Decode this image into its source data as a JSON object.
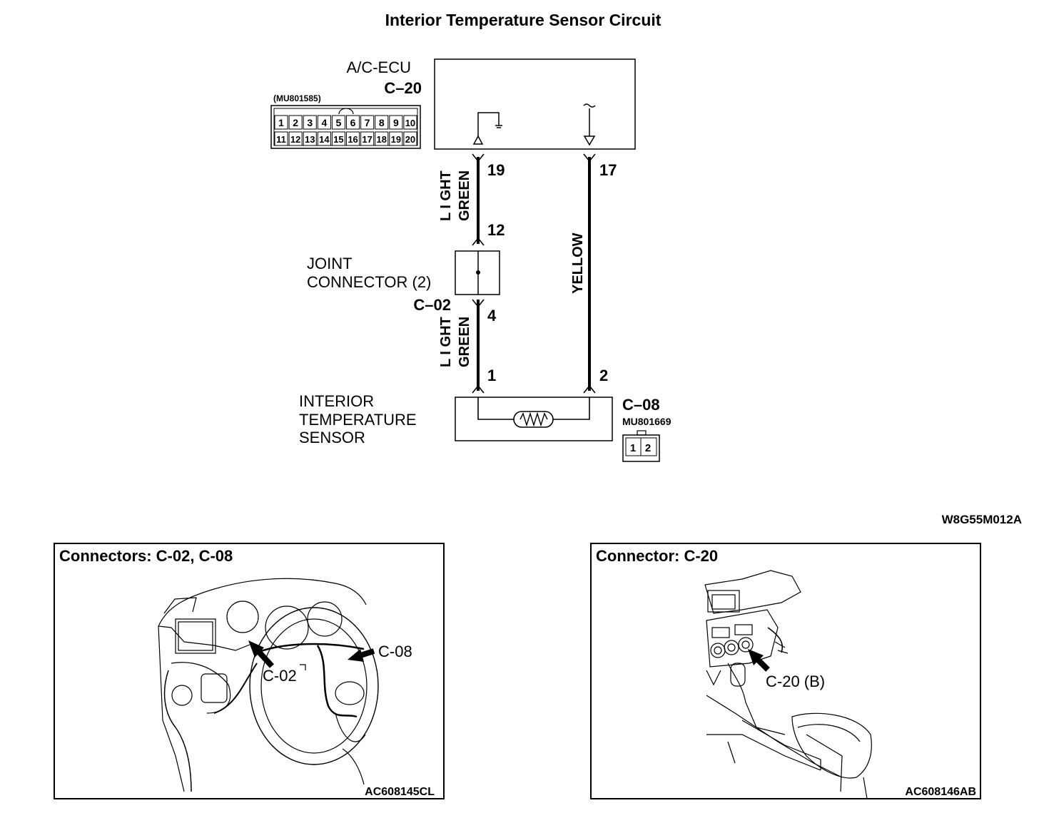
{
  "title": "Interior Temperature Sensor Circuit",
  "diagram_code": "W8G55M012A",
  "ecu": {
    "name": "A/C-ECU",
    "connector": "C–20",
    "part_number": "(MU801585)",
    "pins_top": [
      "1",
      "2",
      "3",
      "4",
      "5",
      "6",
      "7",
      "8",
      "9",
      "10"
    ],
    "pins_bottom": [
      "11",
      "12",
      "13",
      "14",
      "15",
      "16",
      "17",
      "18",
      "19",
      "20"
    ]
  },
  "wires": {
    "left_upper_color": [
      "L I GHT",
      "GREEN"
    ],
    "left_lower_color": [
      "L I GHT",
      "GREEN"
    ],
    "right_color": "YELLOW",
    "pin_19": "19",
    "pin_17": "17",
    "pin_12": "12",
    "pin_4": "4",
    "pin_1": "1",
    "pin_2": "2"
  },
  "joint_connector": {
    "label_line1": "JOINT",
    "label_line2": "CONNECTOR (2)",
    "connector": "C–02"
  },
  "sensor": {
    "label_line1": "INTERIOR",
    "label_line2": "TEMPERATURE",
    "label_line3": "SENSOR",
    "connector": "C–08",
    "part_number": "MU801669",
    "pins": [
      "1",
      "2"
    ]
  },
  "panels": [
    {
      "title": "Connectors: C-02, C-08",
      "callouts": [
        "C-02",
        "C-08"
      ],
      "code": "AC608145CL"
    },
    {
      "title": "Connector: C-20",
      "callouts": [
        "C-20 (B)"
      ],
      "code": "AC608146AB"
    }
  ]
}
